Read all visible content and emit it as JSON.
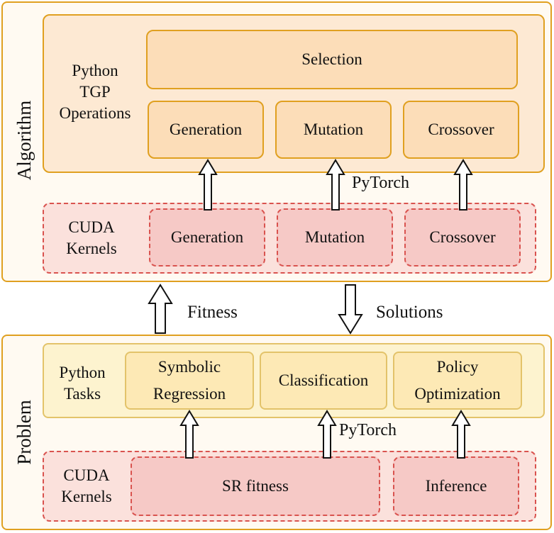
{
  "algorithm": {
    "section_label": "Algorithm",
    "python_label": "Python\nTGP\nOperations",
    "ops": {
      "selection": "Selection",
      "generation": "Generation",
      "mutation": "Mutation",
      "crossover": "Crossover"
    },
    "pytorch_label": "PyTorch",
    "cuda_label": "CUDA\nKernels",
    "kernels": {
      "generation": "Generation",
      "mutation": "Mutation",
      "crossover": "Crossover"
    }
  },
  "links": {
    "fitness": "Fitness",
    "solutions": "Solutions"
  },
  "problem": {
    "section_label": "Problem",
    "python_label": "Python\nTasks",
    "tasks": {
      "symbolic_regression": "Symbolic\nRegression",
      "classification": "Classification",
      "policy_optimization": "Policy\nOptimization"
    },
    "pytorch_label": "PyTorch",
    "cuda_label": "CUDA\nKernels",
    "kernels": {
      "sr_fitness": "SR fitness",
      "inference": "Inference"
    }
  },
  "colors": {
    "outline_orange": "#e0a020",
    "kernel_red_dashed": "#d9534f",
    "op_fill": "#fcddb8",
    "kernel_fill": "#f6c9c6",
    "task_fill": "#fde9b5"
  }
}
